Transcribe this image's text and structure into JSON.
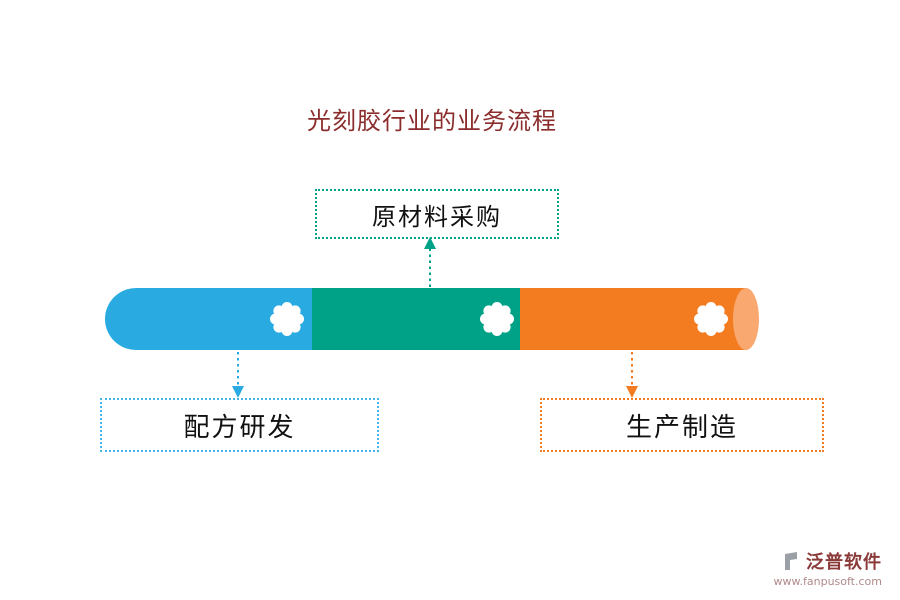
{
  "title": "光刻胶行业的业务流程",
  "diagram": {
    "pipe_segments": [
      {
        "name": "segment-1",
        "color": "#29ABE2"
      },
      {
        "name": "segment-2",
        "color": "#00A287"
      },
      {
        "name": "segment-3",
        "color": "#F47C20"
      }
    ],
    "pipe_cap_color": "#F9A870",
    "nodes": [
      {
        "label": "原材料采购",
        "position": "top",
        "accent_color": "#00A287"
      },
      {
        "label": "配方研发",
        "position": "bottom-left",
        "accent_color": "#45B4E8"
      },
      {
        "label": "生产制造",
        "position": "bottom-right",
        "accent_color": "#F47C20"
      }
    ],
    "title_color": "#8B2D2D"
  },
  "footer": {
    "brand": "泛普软件",
    "url": "www.fanpusoft.com"
  }
}
